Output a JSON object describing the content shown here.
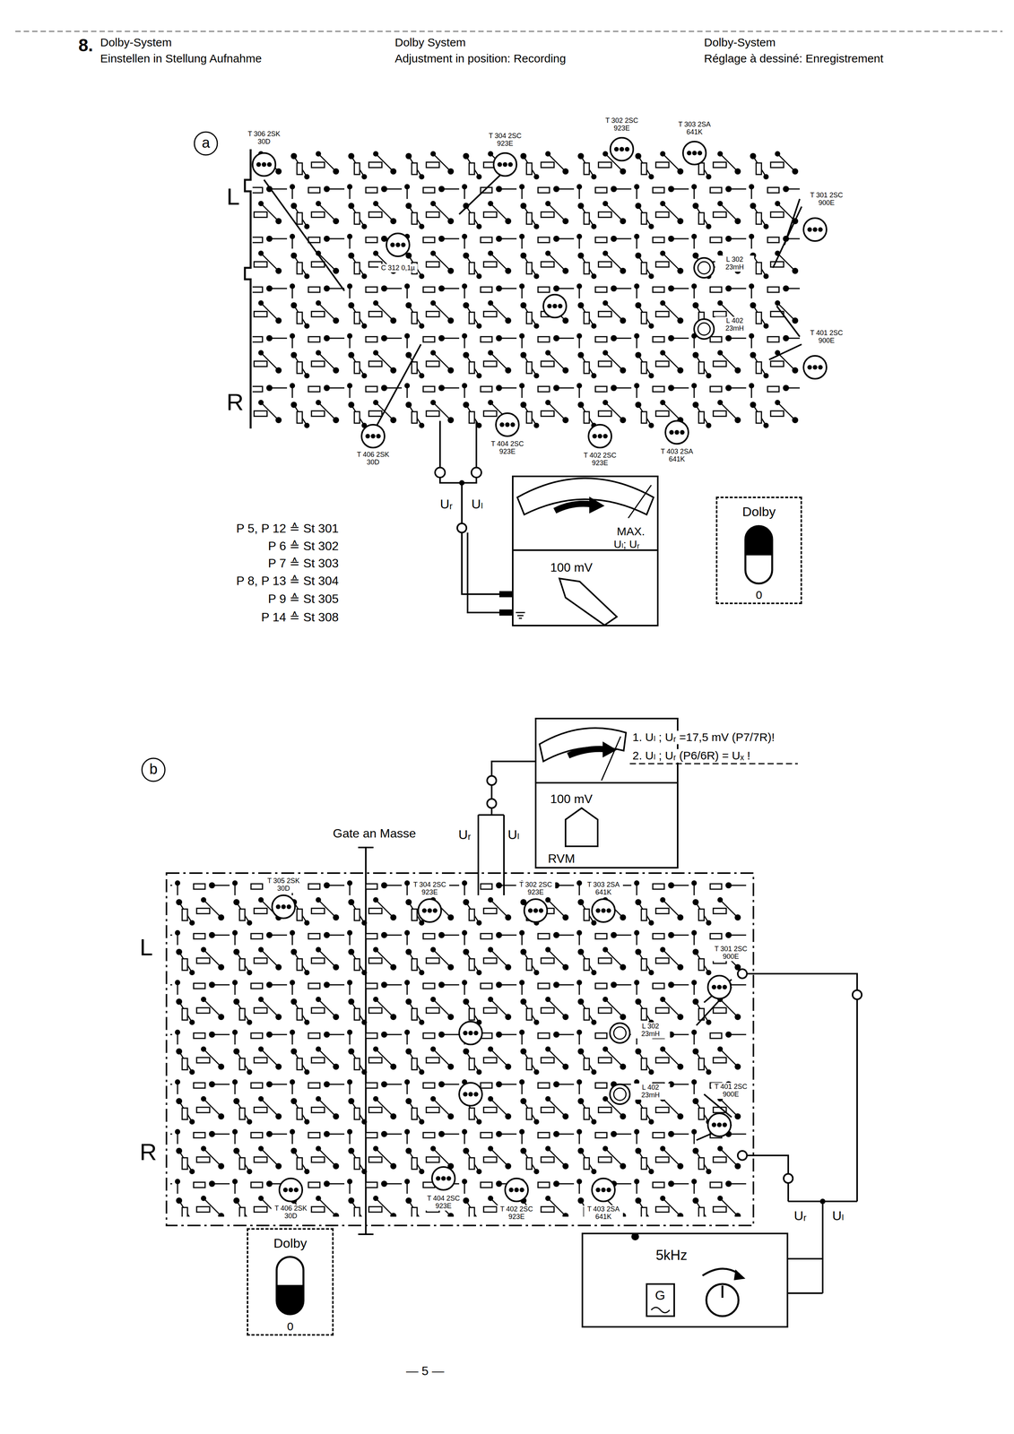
{
  "diagram": {
    "nodes": [
      {
        "text": [
          "MAX.",
          "Uₗ; Uᵣ",
          "100 mV"
        ]
      },
      {
        "text": [
          "Dolby",
          "0"
        ]
      },
      {
        "text": [
          "1. Uₗ ; Uᵣ =17,5 mV (P7/7R)!",
          "2. Uₗ ; Uᵣ (P6/6R) = Uₓ !",
          "100 mV",
          "RVM"
        ]
      },
      {
        "text": [
          "Dolby",
          "0"
        ]
      },
      {
        "text": [
          "5kHz",
          "G"
        ]
      }
    ],
    "labels": [
      "8.",
      "Dolby-System",
      "Einstellen in Stellung Aufnahme",
      "Dolby System",
      "Adjustment in position: Recording",
      "Dolby-System",
      "Réglage à dessiné: Enregistrement",
      "a",
      "L",
      "R",
      "P 5, P 12 ≙ St 301",
      "P 6 ≙ St 302",
      "P 7 ≙ St 303",
      "P 8, P 13 ≙ St 304",
      "P 9 ≙ St 305",
      "P 14 ≙ St 308",
      "Uᵣ",
      "Uₗ",
      "b",
      "Gate an Masse",
      "Uᵣ",
      "Uₗ",
      "L",
      "R",
      "Uᵣ",
      "Uₗ",
      "— 5 —",
      "T 306 2SK 30D",
      "T 304 2SC 923E",
      "T 302 2SC 923E",
      "T 303 2SA 641K",
      "T 301 2SC 900E",
      "T 401 2SC 900E",
      "T 406 2SK 30D",
      "T 404 2SC 923E",
      "T 402 2SC 923E",
      "T 403 2SA 641K",
      "L 302 23mH",
      "L 402 23mH",
      "C 312 0,1µ",
      "T 305 2SK 30D",
      "T 304 2SC 923E",
      "T 302 2SC 923E",
      "T 303 2SA 641K",
      "T 301 2SC 900E",
      "T 401 2SC 900E",
      "T 406 2SK 30D",
      "T 404 2SC 923E",
      "T 402 2SC 923E",
      "T 403 2SA 641K",
      "L 302 23mH",
      "L 402 23mH"
    ]
  }
}
